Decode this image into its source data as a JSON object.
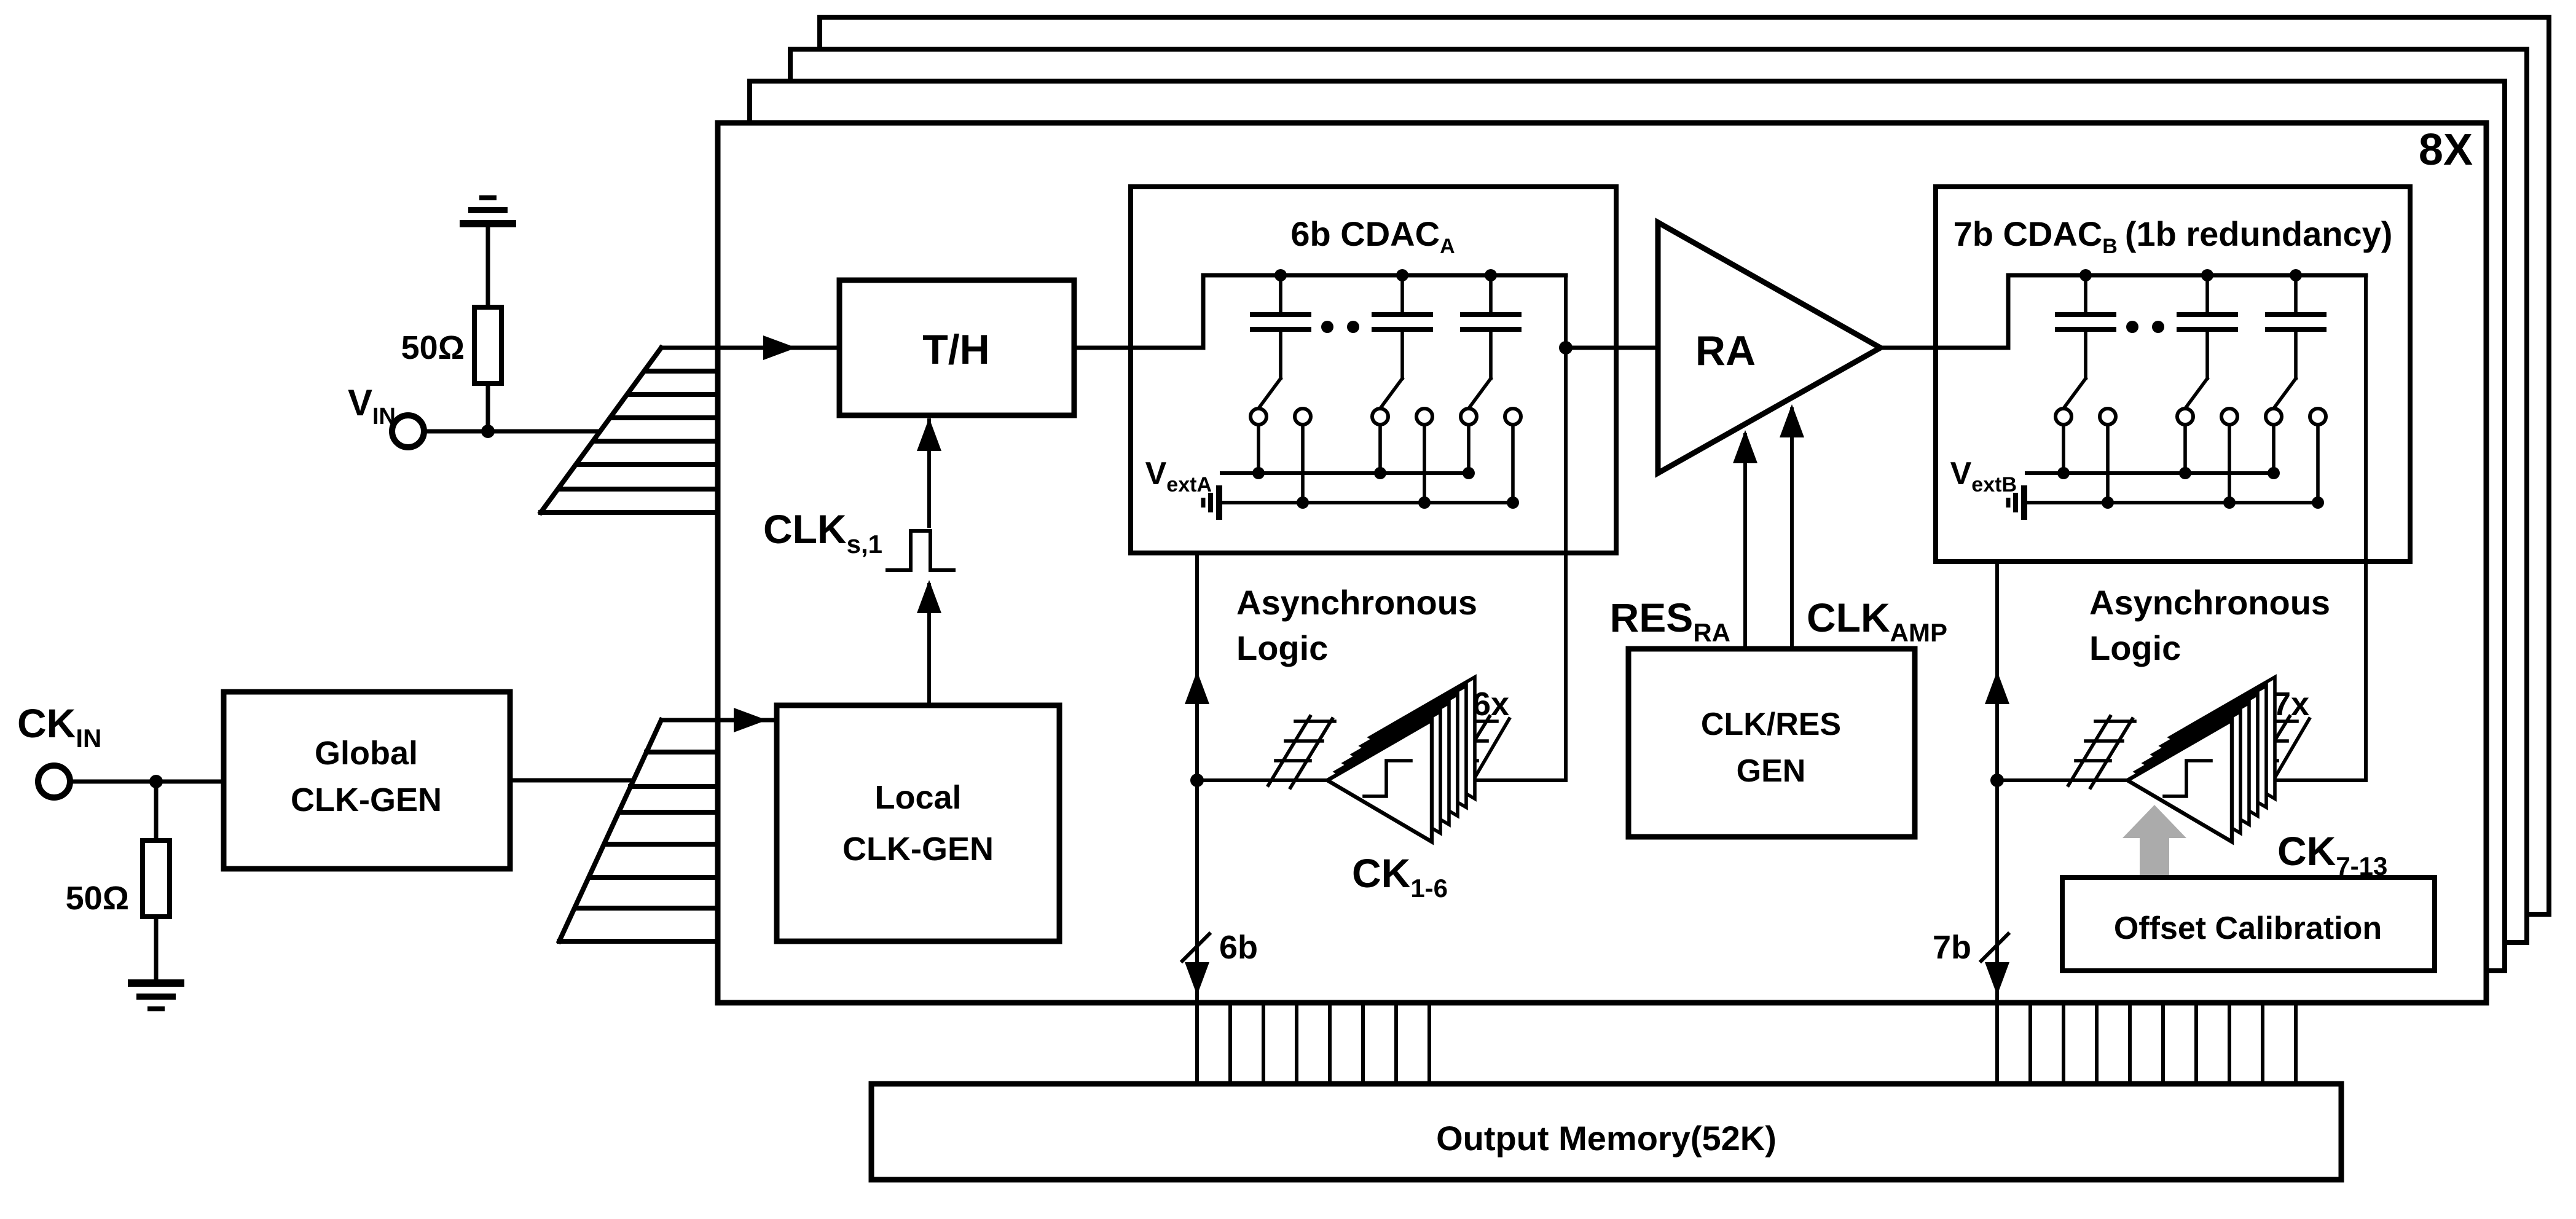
{
  "title": "8-channel time-interleaved SAR ADC block diagram",
  "colors": {
    "line": "#000000",
    "red": "#ED1C24",
    "gray_arrow": "#ABABAB",
    "background": "#FFFFFF"
  },
  "labels": {
    "vin_main": "V",
    "vin_sub": "IN",
    "ckin_main": "CK",
    "ckin_sub": "IN",
    "r50_top": "50Ω",
    "r50_bot": "50Ω",
    "global_l1": "Global",
    "global_l2": "CLK-GEN",
    "local_l1": "Local",
    "local_l2": "CLK-GEN",
    "th": "T/H",
    "clks1_main": "CLK",
    "clks1_sub": "s,1",
    "cdaca_pre": "6b CDAC",
    "cdaca_sub": "A",
    "cdacb_pre": "7b CDAC",
    "cdacb_sub": "B",
    "cdacb_post": "(1b redundancy)",
    "vexta_main": "V",
    "vexta_sub": "extA",
    "vextb_main": "V",
    "vextb_sub": "extB",
    "async_l1": "Asynchronous",
    "async_l2": "Logic",
    "x6": "6x",
    "x7": "7x",
    "ck16_main": "CK",
    "ck16_sub": "1-6",
    "ck713_main": "CK",
    "ck713_sub": "7-13",
    "ra": "RA",
    "resra_main": "RES",
    "resra_sub": "RA",
    "clkamp_main": "CLK",
    "clkamp_sub": "AMP",
    "clkres_l1": "CLK/RES",
    "clkres_l2": "GEN",
    "b6": "6b",
    "b7": "7b",
    "offset": "Offset Calibration",
    "mem": "Output Memory(52K)",
    "mult": "8X"
  }
}
